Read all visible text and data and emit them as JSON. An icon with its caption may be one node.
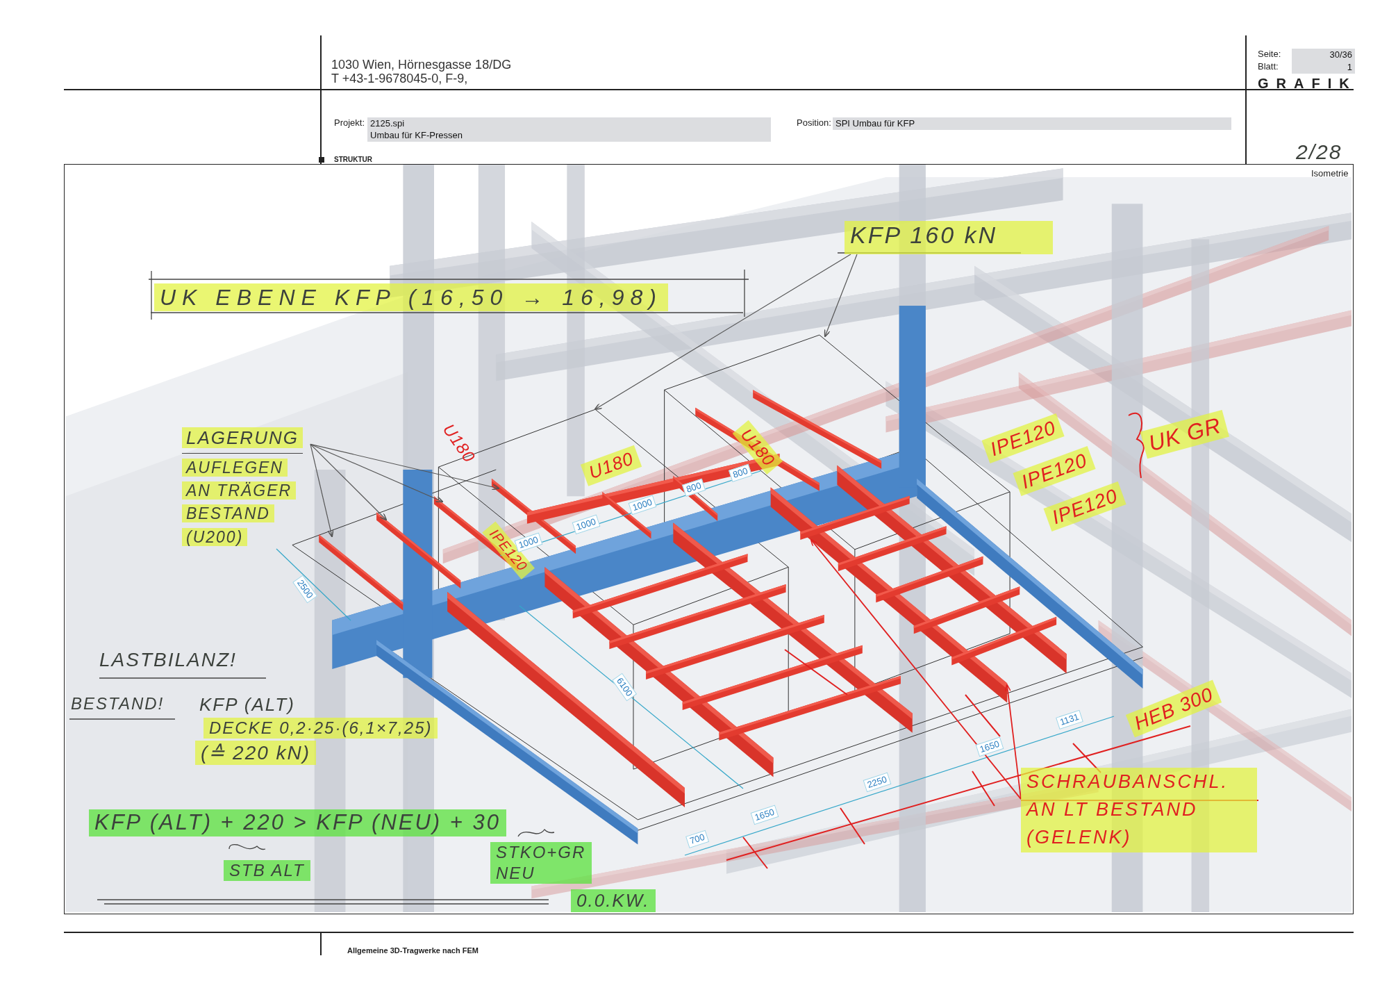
{
  "diagram": {
    "nodes": [
      {
        "text": [
          "KFP 160 kN"
        ]
      },
      {
        "text": [
          "LAGERUNG",
          "AUFLEGEN AN TRÄGER BESTAND (U200)"
        ]
      },
      {
        "text": [
          "SCHRAUBANSCHL. AN LT BESTAND (GELENK)"
        ]
      }
    ],
    "edges": [
      {
        "from": 0,
        "to": null,
        "arrow": "to"
      },
      {
        "from": 0,
        "to": null,
        "arrow": "to"
      },
      {
        "from": 1,
        "to": null,
        "arrow": "to"
      },
      {
        "from": 1,
        "to": null,
        "arrow": "to"
      },
      {
        "from": 1,
        "to": null,
        "arrow": "to"
      },
      {
        "from": 1,
        "to": null,
        "arrow": "to"
      },
      {
        "from": 2,
        "to": null,
        "arrow": "to",
        "color": "#e02020"
      },
      {
        "from": 2,
        "to": null,
        "arrow": "to",
        "color": "#e02020"
      }
    ],
    "labels": [
      "Seite:",
      "30/36",
      "Blatt:",
      "1",
      "GRAFIK",
      "1030 Wien, Hörnesgasse 18/DG",
      "T +43-1-9678045-0, F-9,",
      "Projekt:",
      "2125.spi",
      "Umbau für KF-Pressen",
      "Position:",
      "SPI Umbau für KFP",
      "STRUKTUR",
      "2/28",
      "Isometrie",
      "UK EBENE KFP (16,50 → 16,98)",
      "U180",
      "U180",
      "U180",
      "IPE120",
      "IPE120",
      "IPE120",
      "IPE120",
      "UK GR",
      "1000",
      "1000",
      "1000",
      "800",
      "800",
      "2500",
      "6100",
      "LASTBILANZ!",
      "BESTAND!",
      "KFP (ALT)",
      "DECKE 0,2·25·(6,1×7,25)",
      "(≙ 220 kN)",
      "HEB 300",
      "1131",
      "1650",
      "2250",
      "1650",
      "700",
      "KFP (ALT) + 220 > KFP (NEU) + 30",
      "STB ALT",
      "STKO+GR NEU",
      "0.0.KW.",
      "Allgemeine 3D-Tragwerke nach FEM"
    ]
  }
}
